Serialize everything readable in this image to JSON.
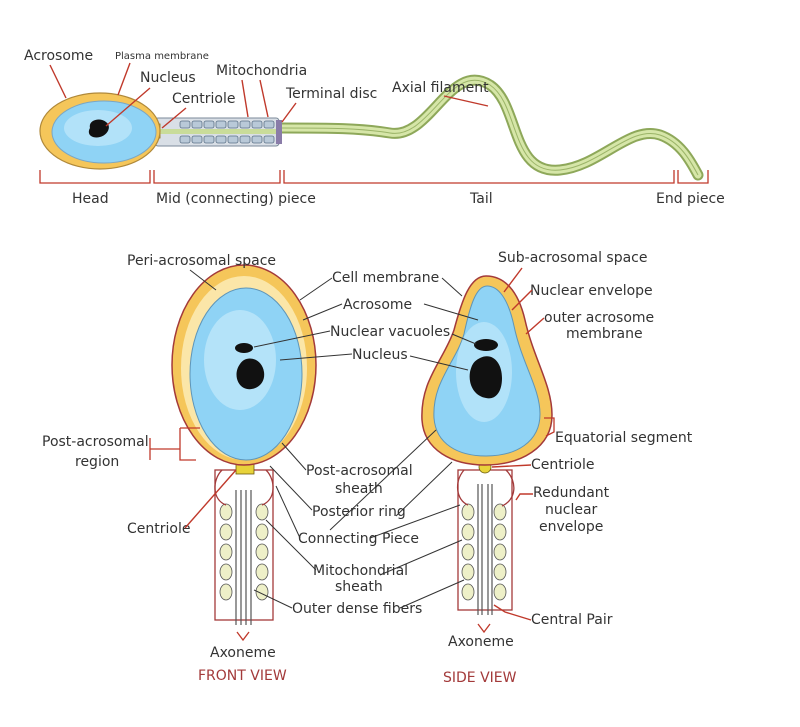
{
  "colors": {
    "cytoplasm": "#8fd3f5",
    "acrosome": "#f5c65a",
    "membrane": "#a33a3a",
    "nucleus": "#111111",
    "tail": "#c9dc9a",
    "leader": "#c0392b"
  },
  "top": {
    "labels": {
      "acrosome": "Acrosome",
      "plasma_membrane": "Plasma membrane",
      "nucleus": "Nucleus",
      "mitochondria": "Mitochondria",
      "centriole": "Centriole",
      "terminal_disc": "Terminal disc",
      "axial_filament": "Axial filament"
    },
    "sections": {
      "head": "Head",
      "mid": "Mid (connecting) piece",
      "tail": "Tail",
      "end": "End piece"
    }
  },
  "front": {
    "labels": {
      "peri_acrosomal_space": "Peri-acrosomal space",
      "cell_membrane": "Cell membrane",
      "acrosome": "Acrosome",
      "nuclear_vacuoles": "Nuclear vacuoles",
      "nucleus": "Nucleus",
      "post_acrosomal_region_1": "Post-acrosomal",
      "post_acrosomal_region_2": "region",
      "post_acrosomal_sheath_1": "Post-acrosomal",
      "post_acrosomal_sheath_2": "sheath",
      "posterior_ring": "Posterior ring",
      "centriole": "Centriole",
      "connecting_piece": "Connecting Piece",
      "mitochondrial_sheath_1": "Mitochondrial",
      "mitochondrial_sheath_2": "sheath",
      "outer_dense_fibers": "Outer dense fibers",
      "axoneme": "Axoneme",
      "view": "FRONT VIEW"
    }
  },
  "side": {
    "labels": {
      "sub_acrosomal_space": "Sub-acrosomal space",
      "nuclear_envelope": "Nuclear envelope",
      "outer_acrosome_1": "outer acrosome",
      "outer_acrosome_2": "membrane",
      "equatorial_segment": "Equatorial segment",
      "centriole": "Centriole",
      "redundant_1": "Redundant",
      "redundant_2": "nuclear",
      "redundant_3": "envelope",
      "central_pair": "Central Pair",
      "axoneme": "Axoneme",
      "view": "SIDE VIEW"
    }
  }
}
